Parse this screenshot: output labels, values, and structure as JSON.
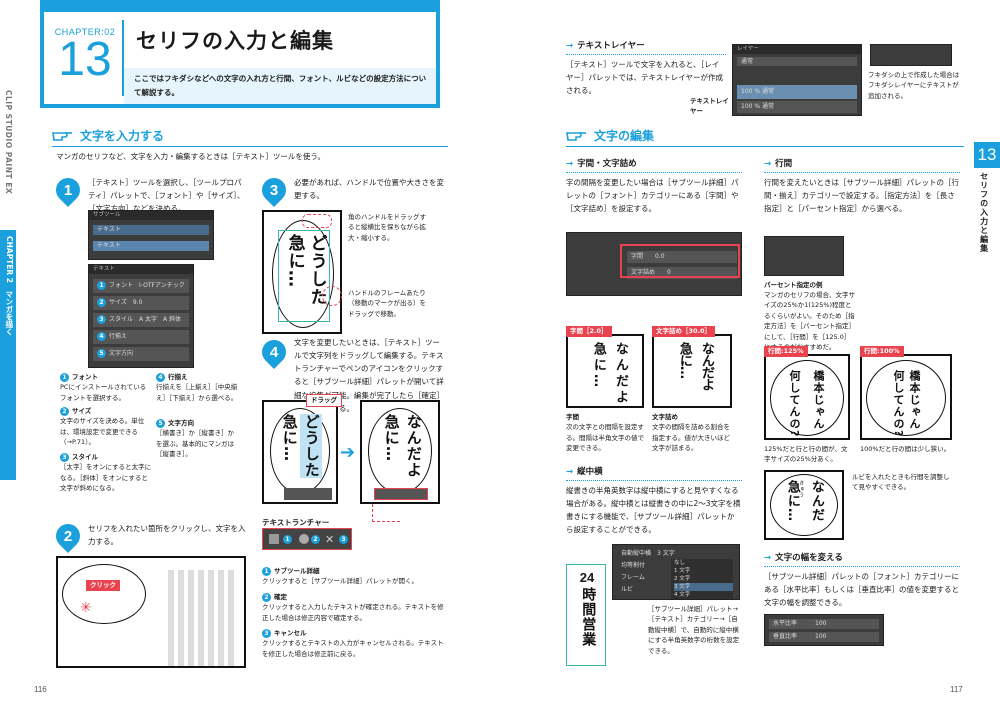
{
  "header": {
    "chapter_label": "CHAPTER:02",
    "chapter_number": "13",
    "title": "セリフの入力と編集",
    "lead": "ここではフキダシなどへの文字の入れ方と行間、フォント、ルビなどの設定方法について解説する。"
  },
  "left_tab": {
    "product": "CLIP STUDIO PAINT EX",
    "chapter": "CHAPTER 2　マンガを描く"
  },
  "right_tab": {
    "number": "13",
    "title": "セリフの入力と編集"
  },
  "left_page": {
    "section_title": "文字を入力する",
    "section_intro": "マンガのセリフなど、文字を入力・編集するときは［テキスト］ツールを使う。",
    "step1": {
      "number": "1",
      "text": "［テキスト］ツールを選択し、［ツールプロパティ］パレットで、［フォント］や［サイズ］、［文字方向］などを決める。",
      "subtool_title": "サブツール",
      "subtool_rows": [
        "テキスト",
        "テキスト"
      ],
      "prop_title": "テキスト",
      "prop_rows": [
        {
          "num": "1",
          "label": "フォント",
          "value": "I-OTFアンチックStd B"
        },
        {
          "num": "2",
          "label": "サイズ",
          "value": "9.0"
        },
        {
          "num": "3",
          "label": "スタイル",
          "value": "A 太字　A 斜体"
        },
        {
          "num": "4",
          "label": "行揃え",
          "value": ""
        },
        {
          "num": "5",
          "label": "文字方向",
          "value": ""
        }
      ]
    },
    "notes": [
      {
        "num": "1",
        "head": "フォント",
        "body": "PCにインストールされているフォントを選択する。"
      },
      {
        "num": "2",
        "head": "サイズ",
        "body": "文字のサイズを決める。単位は、環境設定で変更できる（→P.71）。"
      },
      {
        "num": "3",
        "head": "スタイル",
        "body": "［太字］をオンにすると太字になる。［斜体］をオンにすると文字が斜めになる。"
      },
      {
        "num": "4",
        "head": "行揃え",
        "body": "行揃えを［上揃え］［中央揃え］［下揃え］から選べる。"
      },
      {
        "num": "5",
        "head": "文字方向",
        "body": "［横書き］か［縦書き］かを選ぶ。基本的にマンガは［縦書き］。"
      }
    ],
    "step2": {
      "number": "2",
      "text": "セリフを入れたい箇所をクリックし、文字を入力する。",
      "click_tag": "クリック"
    },
    "step3": {
      "number": "3",
      "text": "必要があれば、ハンドルで位置や大きさを変更する。",
      "balloon_text": [
        "どうした",
        "急に…"
      ],
      "note1": "角のハンドルをドラッグすると縦横比を保ちながら拡大・縮小する。",
      "note2": "ハンドルのフレームあたり（移動のマークが出る）をドラッグで移動。"
    },
    "step4": {
      "number": "4",
      "text": "文字を変更したいときは、［テキスト］ツールで文字列をドラッグして編集する。テキストランチャーでペンのアイコンをクリックすると［サブツール詳細］パレットが開いて詳細な編集が可能。編集が完了したら［確定］をクリックする。",
      "drag_tag": "ドラッグ",
      "before_text": [
        "どうした",
        "急に…"
      ],
      "after_text": [
        "なんだよ",
        "急に…"
      ],
      "launcher_title": "テキストランチャー"
    },
    "launcher_notes": [
      {
        "num": "1",
        "head": "サブツール詳細",
        "body": "クリックすると［サブツール詳細］パレットが開く。"
      },
      {
        "num": "2",
        "head": "確定",
        "body": "クリックすると入力したテキストが確定される。テキストを修正した場合は修正内容で確定する。"
      },
      {
        "num": "3",
        "head": "キャンセル",
        "body": "クリックするとテキストの入力がキャンセルされる。テキストを修正した場合は修正前に戻る。"
      }
    ],
    "page_number": "116"
  },
  "right_page": {
    "text_layer": {
      "title": "テキストレイヤー",
      "body": "［テキスト］ツールで文字を入れると、［レイヤー］パレットでは、テキストレイヤーが作成される。",
      "label": "テキストレイヤー",
      "caption": "フキダシの上で作成した場合はフキダシレイヤーにテキストが追加される。",
      "panel_title": "レイヤー",
      "blend": "通常",
      "layer_rows": [
        "100 % 通常",
        "100 % 通常"
      ]
    },
    "section_title": "文字の編集",
    "spacing": {
      "title": "字間・文字詰め",
      "body": "字の間隔を変更したい場合は［サブツール詳細］パレットの［フォント］カテゴリーにある［字間］や［文字詰め］を設定する。",
      "ui_rows": [
        {
          "label": "字間",
          "value": "0.0"
        },
        {
          "label": "文字詰め",
          "value": "0"
        }
      ],
      "tag1": "字間［2.0］",
      "tag2": "文字詰め［30.0］",
      "sample_text": [
        "なんだよ",
        "急に…"
      ],
      "cap1_head": "字間",
      "cap1_body": "次の文字との間隔を設定する。間隔は半角文字の値で変更できる。",
      "cap2_head": "文字詰め",
      "cap2_body": "文字の間隔を詰める割合を指定する。値が大きいほど文字が詰まる。"
    },
    "line_spacing": {
      "title": "行間",
      "body": "行間を変えたいときは［サブツール詳細］パレットの［行間・揃え］カテゴリーで設定する。［指定方法］を［長さ指定］と［パーセント指定］から選べる。",
      "percent_head": "パーセント指定の例",
      "percent_body": "マンガのセリフの場合、文字サイズの25%か1(125%)程度とるくらいがよい。そのため［指定方法］を［パーセント指定］にして、［行間］を［125.0］にするのがおすすめだ。",
      "tag1": "行間:125%",
      "tag2": "行間:100%",
      "sample_text": [
        "橋本じゃん",
        "何してんの?"
      ],
      "cap1": "125%だと行と行の間が、文字サイズの25%分あく。",
      "cap2": "100%だと行の間は少し狭い。"
    },
    "ruby": {
      "caption": "ルビを入れたときも行間を調整して見やすくできる。",
      "sample_text": [
        "なんだ",
        "急に…"
      ],
      "ruby": "きゅう"
    },
    "tatechuyoko": {
      "title": "縦中横",
      "body": "縦書きの半角英数字は縦中横にすると見やすくなる場合がある。縦中横とは縦書きの中に2〜3文字を横書きにする機能で、［サブツール詳細］パレットから設定することができる。",
      "sample": "24時間営業",
      "sample_top": "24",
      "sample_rest": "時間営業",
      "ui_label": "自動縦中横",
      "ui_value": "3 文字",
      "options": [
        "なし",
        "1 文字",
        "2 文字",
        "3 文字",
        "4 文字"
      ],
      "ui_items": [
        "均等割付",
        "フレーム",
        "ルビ"
      ],
      "caption": "［サブツール詳細］パレット→［テキスト］カテゴリー→［自動縦中横］で、自動的に縦中横にする半角英数字の桁数を設定できる。"
    },
    "width": {
      "title": "文字の幅を変える",
      "body": "［サブツール詳細］パレットの［フォント］カテゴリーにある［水平比率］もしくは［垂直比率］の値を変更すると文字の幅を調整できる。",
      "rows": [
        {
          "label": "水平比率",
          "value": "100"
        },
        {
          "label": "垂直比率",
          "value": "100"
        }
      ]
    },
    "page_number": "117"
  }
}
